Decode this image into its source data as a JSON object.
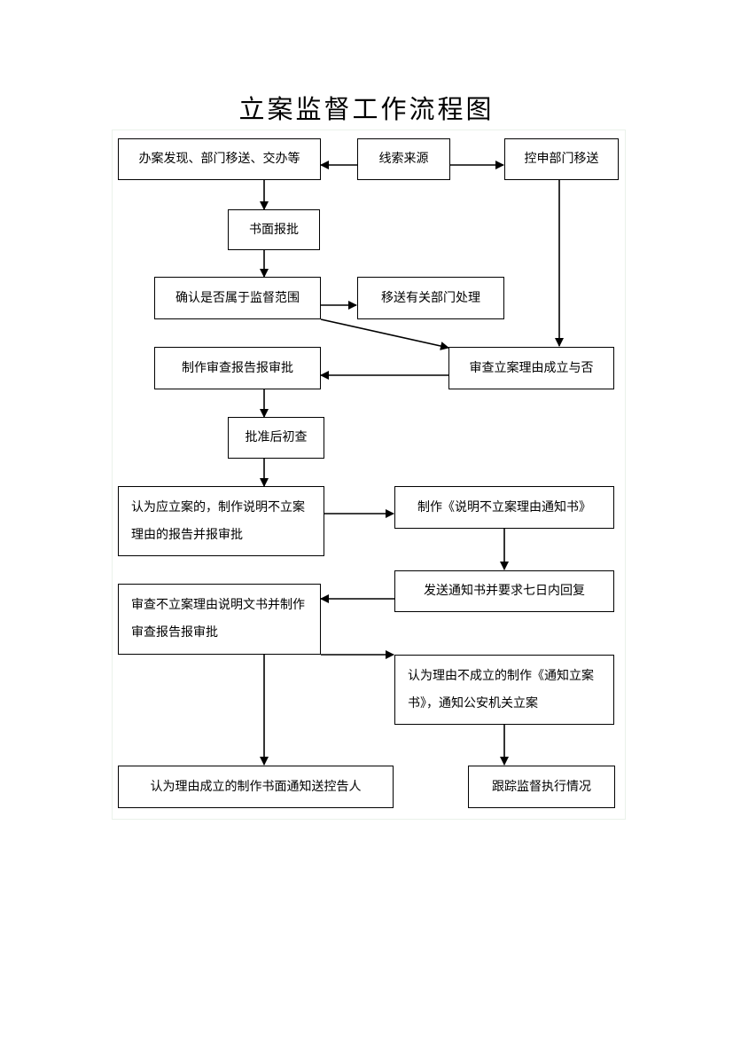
{
  "title": "立案监督工作流程图",
  "nodes": {
    "source": "线索来源",
    "discover": "办案发现、部门移送、交办等",
    "complaint_dept": "控申部门移送",
    "written_approval": "书面报批",
    "confirm_scope": "确认是否属于监督范围",
    "transfer_dept": "移送有关部门处理",
    "review_reason": "审查立案理由成立与否",
    "make_report": "制作审查报告报审批",
    "initial_check": "批准后初查",
    "should_file": "认为应立案的，制作说明不立案理由的报告并报审批",
    "make_notice": "制作《说明不立案理由通知书》",
    "send_notice": "发送通知书并要求七日内回复",
    "review_explanation": "审查不立案理由说明文书并制作审查报告报审批",
    "reason_invalid": "认为理由不成立的制作《通知立案书》，通知公安机关立案",
    "reason_valid": "认为理由成立的制作书面通知送控告人",
    "track": "跟踪监督执行情况"
  }
}
